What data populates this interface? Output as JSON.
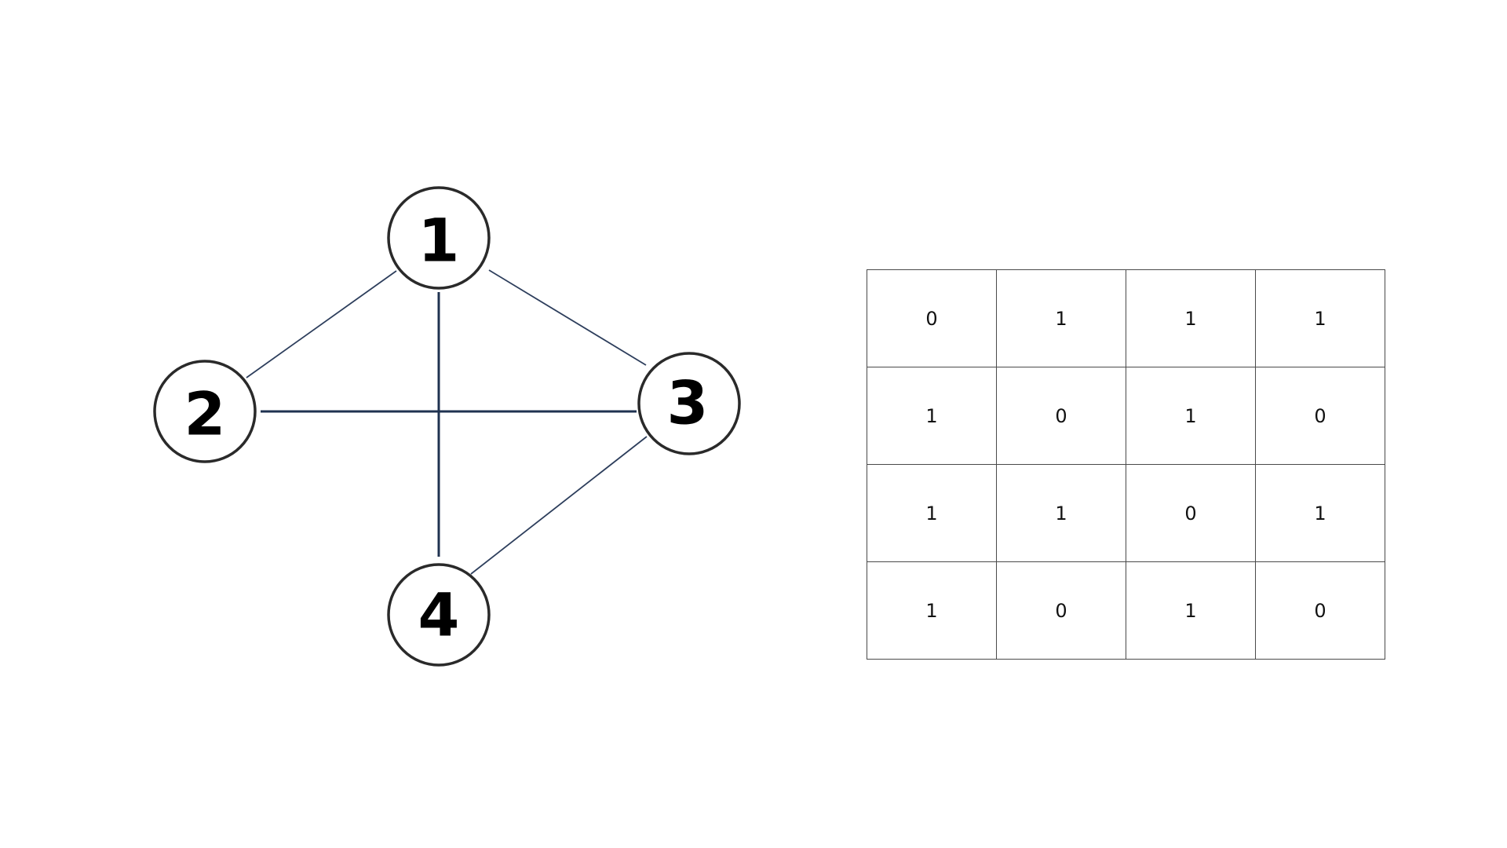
{
  "graph": {
    "nodes": [
      {
        "id": "1",
        "label": "1"
      },
      {
        "id": "2",
        "label": "2"
      },
      {
        "id": "3",
        "label": "3"
      },
      {
        "id": "4",
        "label": "4"
      }
    ],
    "edges": [
      {
        "from": "1",
        "to": "2"
      },
      {
        "from": "1",
        "to": "3"
      },
      {
        "from": "1",
        "to": "4"
      },
      {
        "from": "2",
        "to": "3"
      },
      {
        "from": "3",
        "to": "4"
      }
    ],
    "colors": {
      "edge": "#2d3e5c",
      "node_border": "#2a2a2a",
      "node_fill": "#ffffff",
      "label": "#000000"
    }
  },
  "matrix": {
    "rows": [
      [
        "0",
        "1",
        "1",
        "1"
      ],
      [
        "1",
        "0",
        "1",
        "0"
      ],
      [
        "1",
        "1",
        "0",
        "1"
      ],
      [
        "1",
        "0",
        "1",
        "0"
      ]
    ]
  }
}
